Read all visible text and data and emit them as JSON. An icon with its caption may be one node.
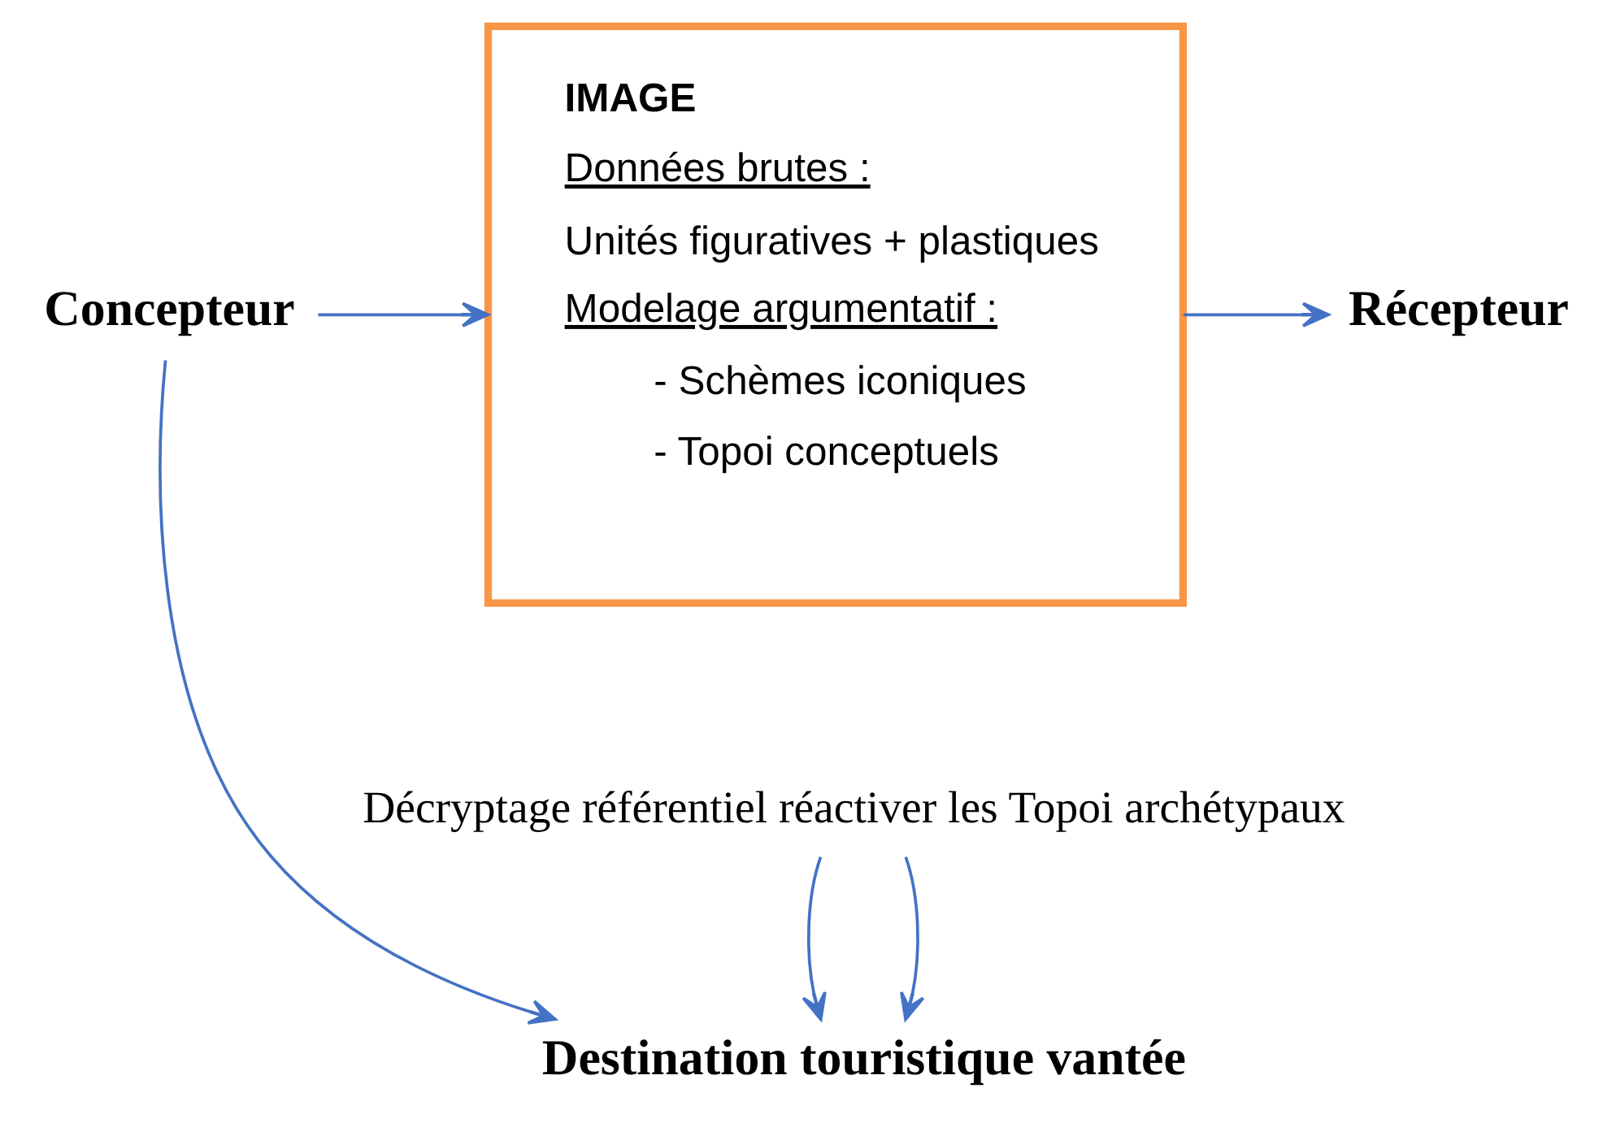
{
  "diagram": {
    "nodes": [
      {
        "text": [
          "Concepteur"
        ]
      },
      {
        "text": [
          "IMAGE",
          "Données brutes :",
          "Unités figuratives + plastiques",
          "Modelage argumentatif :",
          "- Schèmes iconiques",
          "- Topoi conceptuels"
        ]
      },
      {
        "text": [
          "Récepteur"
        ]
      },
      {
        "text": [
          "Décryptage référentiel réactiver les Topoi archétypaux"
        ]
      },
      {
        "text": [
          "Destination touristique vantée"
        ]
      }
    ],
    "edges": [
      {
        "from": 0,
        "to": 1,
        "arrow": "to"
      },
      {
        "from": 1,
        "to": 2,
        "arrow": "to"
      },
      {
        "from": 0,
        "to": 4,
        "arrow": "to"
      },
      {
        "from": 3,
        "to": 4,
        "arrow": "to"
      },
      {
        "from": 3,
        "to": 4,
        "arrow": "to"
      }
    ]
  }
}
